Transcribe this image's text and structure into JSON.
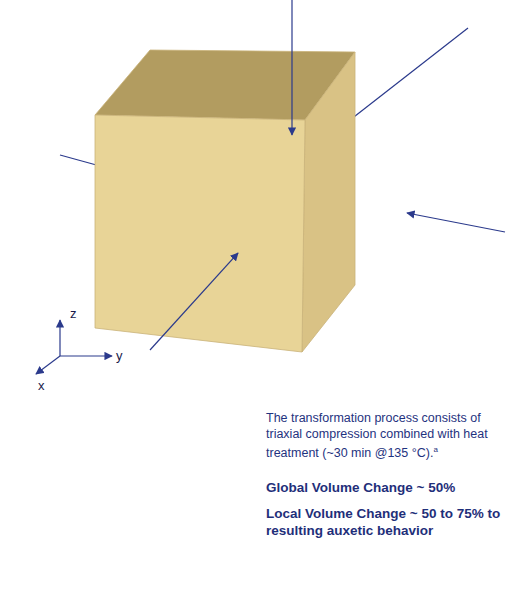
{
  "diagram": {
    "labels": [
      "z",
      "y",
      "x",
      "The transformation process consists of triaxial compression combined with heat treatment (~30 min @135 °C).",
      "a",
      "Global Volume Change ~ 50%",
      "Local Volume Change ~ 50 to 75% to resulting auxetic behavior"
    ]
  }
}
